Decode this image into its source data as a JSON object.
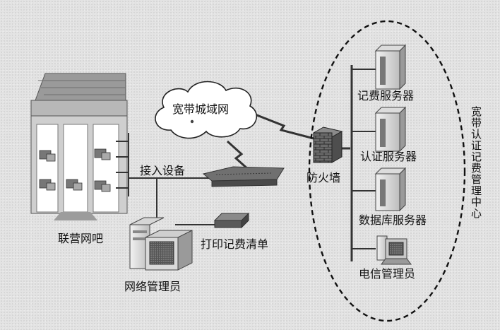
{
  "labels": {
    "cloud": "宽带城域网",
    "access": "接入设备",
    "firewall": "防火墙",
    "billing_server": "记费服务器",
    "auth_server": "认证服务器",
    "db_server": "数据库服务器",
    "telecom_admin": "电信管理员",
    "netbar": "联营网吧",
    "print": "打印记费清单",
    "net_admin": "网络管理员",
    "center": "宽带认证记费管理中心"
  },
  "colors": {
    "background": "#e3e3e3",
    "line": "#333333",
    "dashed_border": "#111111"
  },
  "icons": {
    "building": "netbar-building-icon",
    "cloud": "cloud-icon",
    "switch": "access-switch-icon",
    "firewall": "brick-firewall-icon",
    "server": "tower-server-icon",
    "pc": "workstation-icon",
    "printer": "printer-icon"
  }
}
